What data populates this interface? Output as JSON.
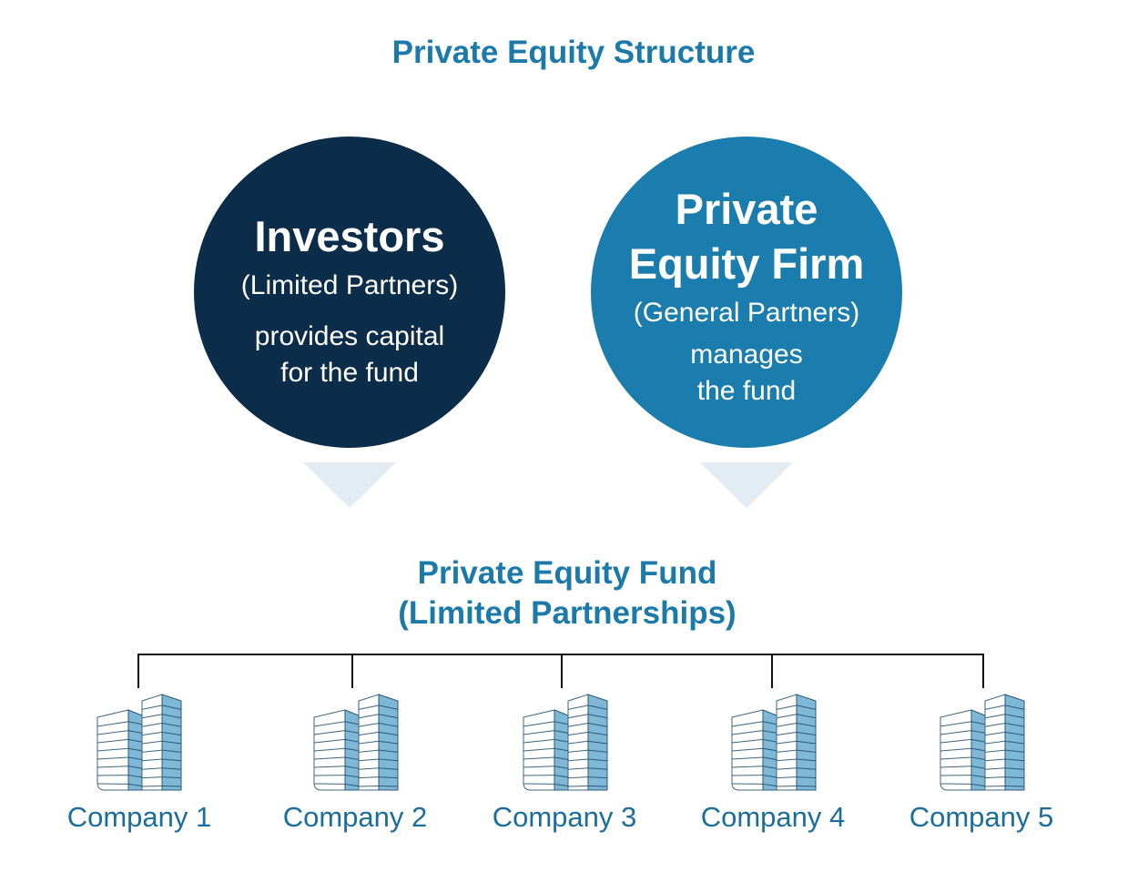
{
  "title": "Private Equity Structure",
  "investors": {
    "title": "Investors",
    "subtitle": "(Limited Partners)",
    "desc1": "provides capital",
    "desc2": "for the fund"
  },
  "firm": {
    "title1": "Private",
    "title2": "Equity Firm",
    "subtitle": "(General Partners)",
    "desc1": "manages",
    "desc2": "the fund"
  },
  "fund": {
    "line1": "Private Equity Fund",
    "line2": "(Limited Partnerships)"
  },
  "companies": [
    "Company 1",
    "Company 2",
    "Company 3",
    "Company 4",
    "Company 5"
  ],
  "colors": {
    "navy": "#0b2d4a",
    "blue": "#1a7dad",
    "accent": "#1b7aa9",
    "arrow": "#e2ecf2",
    "building": "#7fb8d6"
  }
}
